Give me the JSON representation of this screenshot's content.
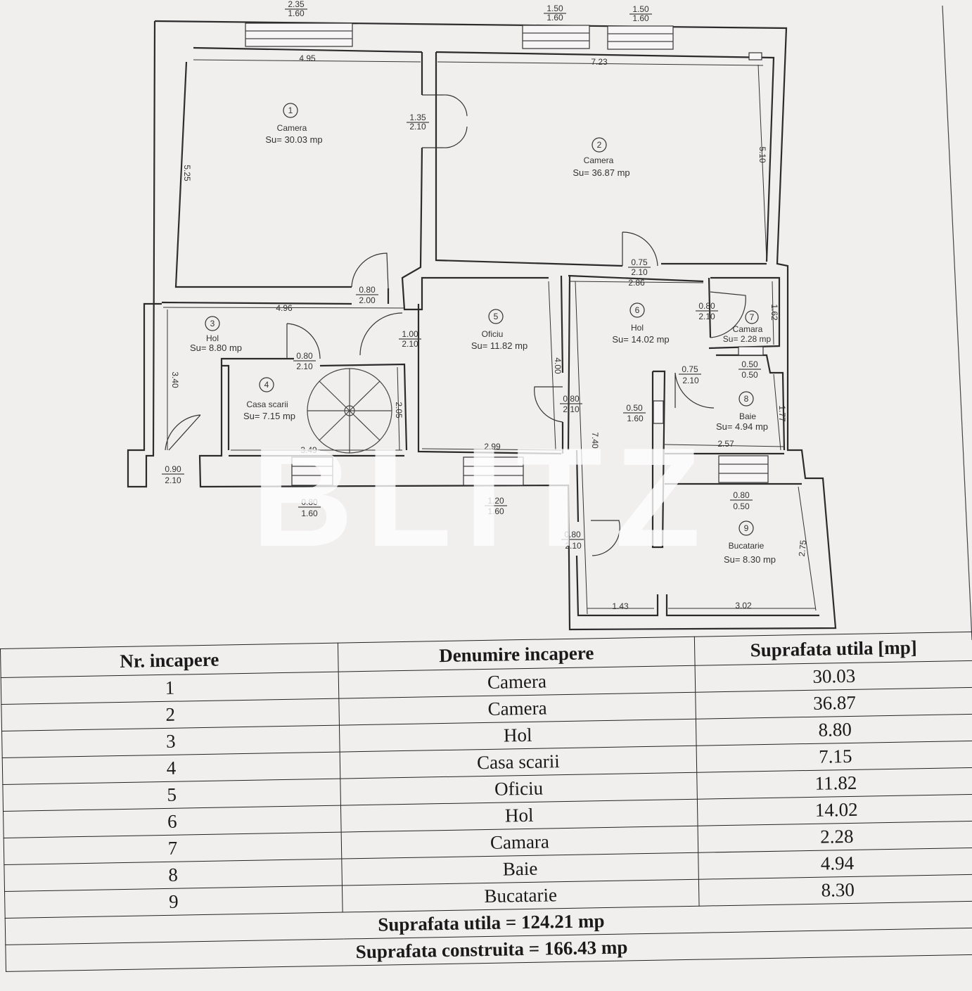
{
  "plan": {
    "windows": [
      {
        "top": "2.35",
        "bottom": "1.60"
      },
      {
        "top": "1.50",
        "bottom": "1.60"
      },
      {
        "top": "1.50",
        "bottom": "1.60"
      }
    ],
    "rooms": [
      {
        "nr": "1",
        "name": "Camera",
        "su": "Su= 30.03 mp"
      },
      {
        "nr": "2",
        "name": "Camera",
        "su": "Su= 36.87 mp"
      },
      {
        "nr": "3",
        "name": "Hol",
        "su": "Su= 8.80 mp"
      },
      {
        "nr": "4",
        "name": "Casa scarii",
        "su": "Su= 7.15 mp"
      },
      {
        "nr": "5",
        "name": "Oficiu",
        "su": "Su= 11.82 mp"
      },
      {
        "nr": "6",
        "name": "Hol",
        "su": "Su= 14.02  mp"
      },
      {
        "nr": "7",
        "name": "Camara",
        "su": "Su= 2.28 mp"
      },
      {
        "nr": "8",
        "name": "Baie",
        "su": "Su= 4.94 mp"
      },
      {
        "nr": "9",
        "name": "Bucatarie",
        "su": "Su= 8.30 mp"
      }
    ],
    "dims": {
      "d495": "4.95",
      "d723": "7.23",
      "d525": "5.25",
      "d510": "5.10",
      "d496": "4.96",
      "d286": "2.86",
      "d162": "1.62",
      "d340": "3.40",
      "d349": "3.49",
      "d205": "2.05",
      "d299": "2.99",
      "d400": "4.00",
      "d740": "7.40",
      "d257": "2.57",
      "d177": "1.77",
      "d275": "2.75",
      "d143": "1.43",
      "d302": "3.02"
    },
    "openings": [
      {
        "top": "1.35",
        "bottom": "2.10"
      },
      {
        "top": "0.75",
        "bottom": "2.10"
      },
      {
        "top": "0.80",
        "bottom": "2.00"
      },
      {
        "top": "1.00",
        "bottom": "2.10"
      },
      {
        "top": "0.80",
        "bottom": "2.10"
      },
      {
        "top": "0.80",
        "bottom": "2.10"
      },
      {
        "top": "0.75",
        "bottom": "2.10"
      },
      {
        "top": "0.50",
        "bottom": "0.50"
      },
      {
        "top": "0.80",
        "bottom": "2.10"
      },
      {
        "top": "0.50",
        "bottom": "1.60"
      },
      {
        "top": "0.90",
        "bottom": "2.10"
      },
      {
        "top": "0.80",
        "bottom": "1.60"
      },
      {
        "top": "1.20",
        "bottom": "1.60"
      },
      {
        "top": "0.80",
        "bottom": "2.10"
      },
      {
        "top": "0.80",
        "bottom": "0.50"
      }
    ],
    "watermark": "BLITZ"
  },
  "table": {
    "headers": [
      "Nr. incapere",
      "Denumire incapere",
      "Suprafata utila [mp]"
    ],
    "rows": [
      [
        "1",
        "Camera",
        "30.03"
      ],
      [
        "2",
        "Camera",
        "36.87"
      ],
      [
        "3",
        "Hol",
        "8.80"
      ],
      [
        "4",
        "Casa scarii",
        "7.15"
      ],
      [
        "5",
        "Oficiu",
        "11.82"
      ],
      [
        "6",
        "Hol",
        "14.02"
      ],
      [
        "7",
        "Camara",
        "2.28"
      ],
      [
        "8",
        "Baie",
        "4.94"
      ],
      [
        "9",
        "Bucatarie",
        "8.30"
      ]
    ],
    "total_utila": "Suprafata utila =  124.21 mp",
    "total_construita": "Suprafata construita = 166.43 mp"
  }
}
